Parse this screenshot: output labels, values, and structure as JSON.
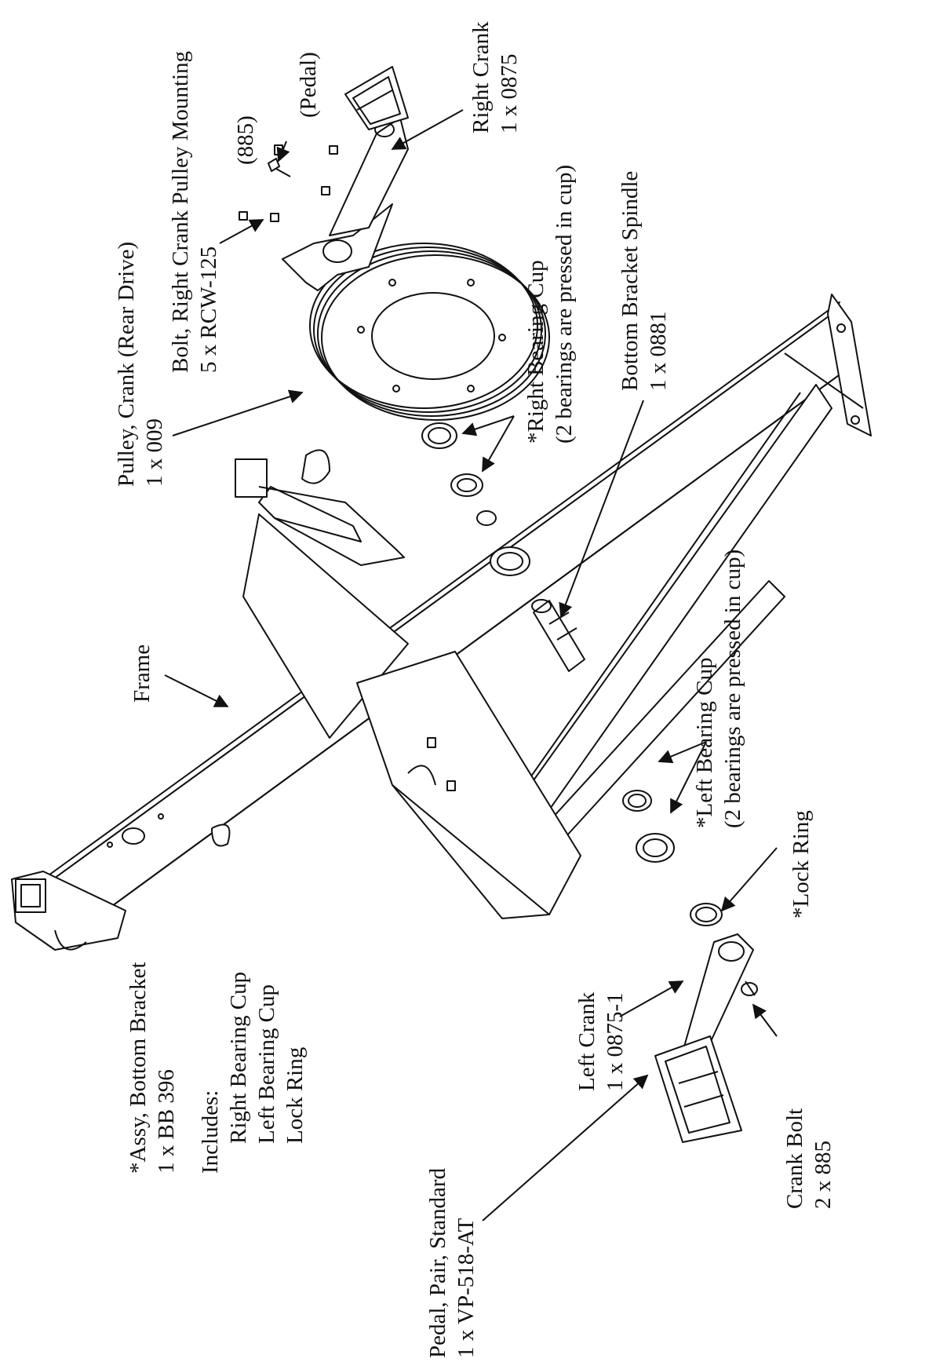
{
  "labels": {
    "bolt_right_crank": {
      "line1": "Bolt, Right Crank Pulley Mounting",
      "line2": "5 x RCW-125"
    },
    "bolt_ref": "(885)",
    "pedal_ref": "(Pedal)",
    "right_crank": {
      "line1": "Right Crank",
      "line2": "1 x 0875"
    },
    "pulley": {
      "line1": "Pulley, Crank (Rear Drive)",
      "line2": "1 x 009"
    },
    "right_bearing_cup": {
      "line1": "*Right Bearing Cup",
      "line2": "(2 bearings are pressed in cup)"
    },
    "bottom_bracket_spindle": {
      "line1": "Bottom Bracket Spindle",
      "line2": "1 x 0881"
    },
    "frame": "Frame",
    "left_bearing_cup": {
      "line1": "*Left Bearing Cup",
      "line2": "(2 bearings are pressed in cup)"
    },
    "lock_ring": "*Lock Ring",
    "assy_bottom_bracket": {
      "line1": "*Assy, Bottom Bracket",
      "line2": "1 x BB 396",
      "includes": "Includes:",
      "items": [
        "Right Bearing Cup",
        "Left Bearing Cup",
        "Lock Ring"
      ]
    },
    "left_crank": {
      "line1": "Left Crank",
      "line2": "1 x 0875-1"
    },
    "crank_bolt": {
      "line1": "Crank Bolt",
      "line2": "2 x 885"
    },
    "pedal_pair": {
      "line1": "Pedal, Pair, Standard",
      "line2": "1 x VP-518-AT"
    }
  },
  "colors": {
    "ink": "#111111",
    "paper": "#ffffff"
  }
}
